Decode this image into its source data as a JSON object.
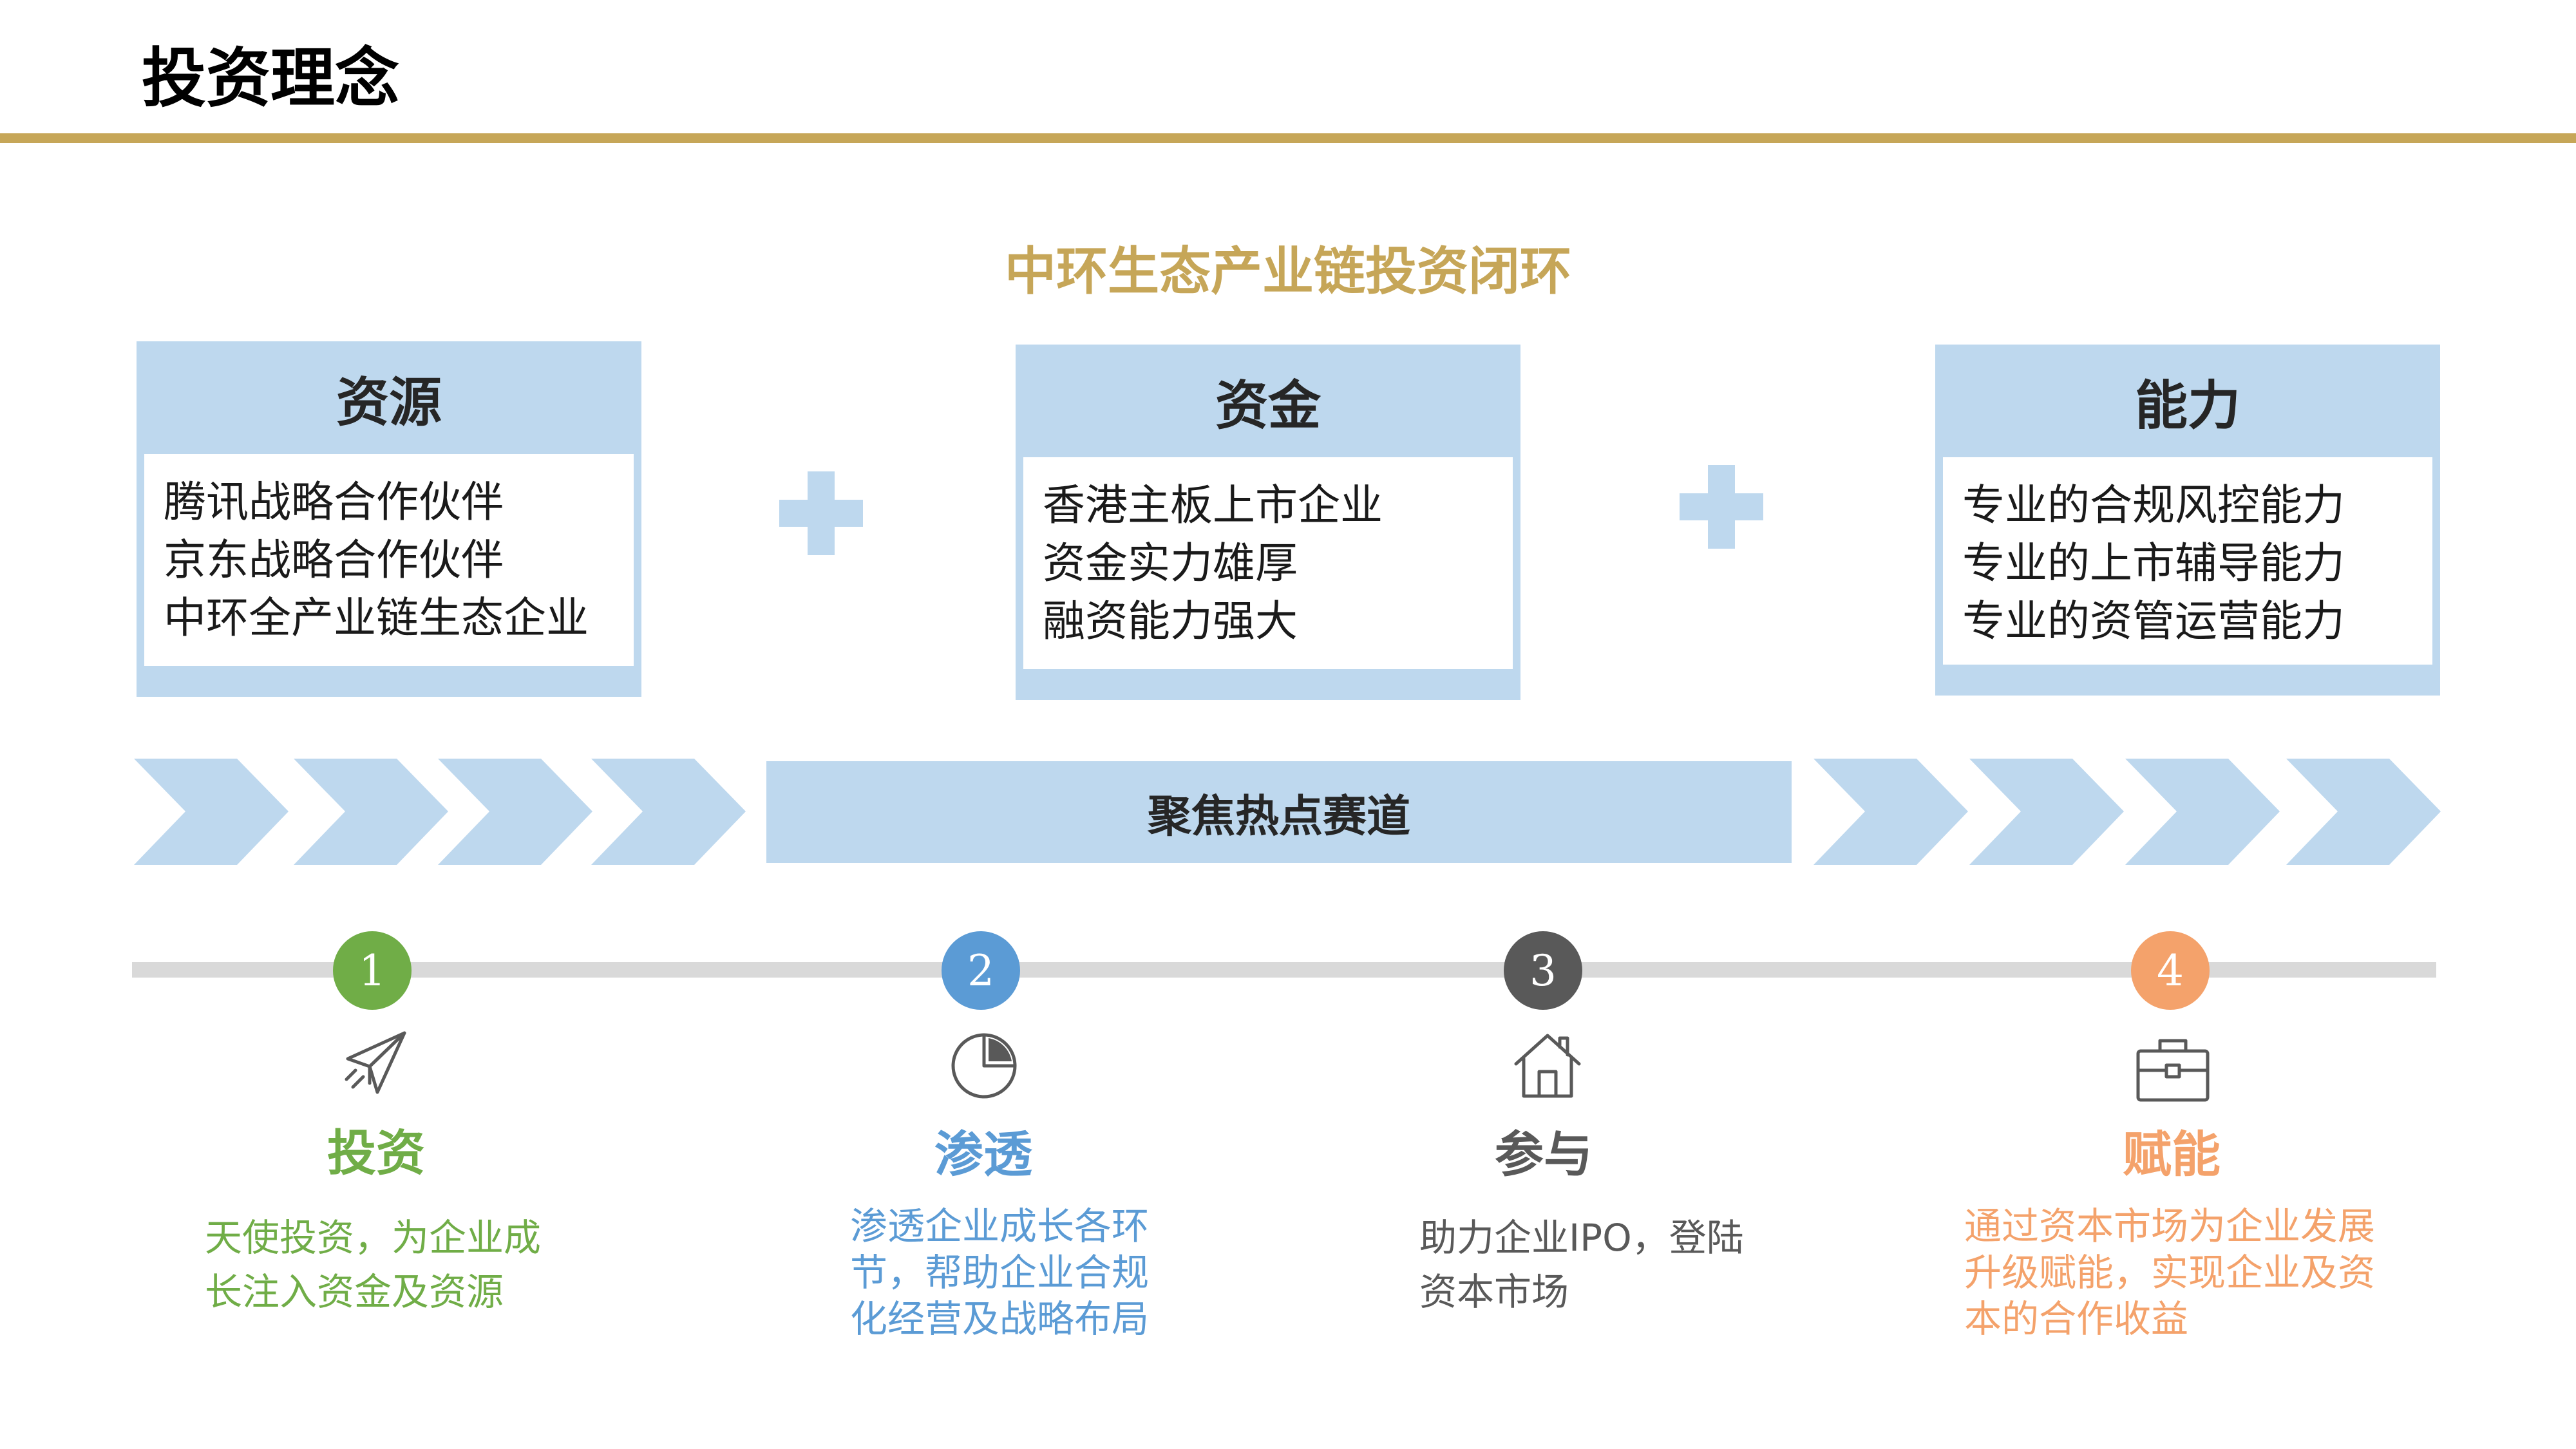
{
  "header": {
    "title": "投资理念"
  },
  "subtitle": "中环生态产业链投资闭环",
  "cards": [
    {
      "title": "资源",
      "lines": [
        "腾讯战略合作伙伴",
        "京东战略合作伙伴",
        "中环全产业链生态企业"
      ]
    },
    {
      "title": "资金",
      "lines": [
        "香港主板上市企业",
        "资金实力雄厚",
        "融资能力强大"
      ]
    },
    {
      "title": "能力",
      "lines": [
        "专业的合规风控能力",
        "专业的上市辅导能力",
        "专业的资管运营能力"
      ]
    }
  ],
  "focus_bar": {
    "label": "聚焦热点赛道"
  },
  "steps": [
    {
      "number": "1",
      "icon": "paper-plane-icon",
      "title": "投资",
      "desc_lines": [
        "天使投资，为企业成",
        "长注入资金及资源"
      ],
      "color": "#70ad47"
    },
    {
      "number": "2",
      "icon": "pie-chart-icon",
      "title": "渗透",
      "desc_lines": [
        "渗透企业成长各环",
        "节，帮助企业合规",
        "化经营及战略布局"
      ],
      "color": "#5b9bd5"
    },
    {
      "number": "3",
      "icon": "house-icon",
      "title": "参与",
      "desc_lines": [
        "助力企业IPO，登陆",
        "资本市场"
      ],
      "color": "#595959"
    },
    {
      "number": "4",
      "icon": "toolbox-icon",
      "title": "赋能",
      "desc_lines": [
        "通过资本市场为企业发展",
        "升级赋能，实现企业及资",
        "本的合作收益"
      ],
      "color": "#f4a26b"
    }
  ],
  "colors": {
    "gold": "#c6a658",
    "light_blue": "#bed8ee",
    "timeline_gray": "#d9d9d9"
  }
}
